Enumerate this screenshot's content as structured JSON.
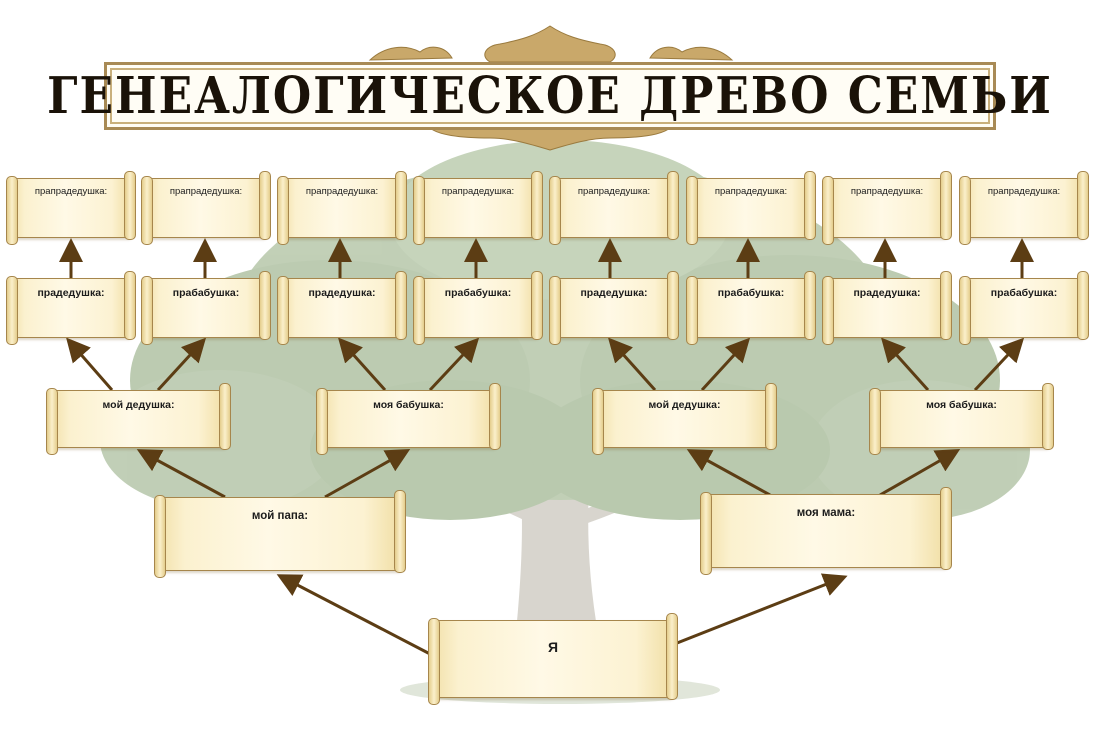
{
  "title": "ГЕНЕАЛОГИЧЕСКОЕ ДРЕВО СЕМЬИ",
  "colors": {
    "arrow": "#5c3d14",
    "frame": "#a88a55",
    "scroll_fill": "#fff9e6",
    "tree_foliage": "#7d9a68",
    "tree_trunk": "#b8b3a6"
  },
  "tree": {
    "me": "Я",
    "parents": [
      "мой папа:",
      "моя мама:"
    ],
    "grandparents": [
      "мой дедушка:",
      "моя бабушка:",
      "мой дедушка:",
      "моя бабушка:"
    ],
    "great_grandparents": [
      "прадедушка:",
      "прабабушка:",
      "прадедушка:",
      "прабабушка:",
      "прадедушка:",
      "прабабушка:",
      "прадедушка:",
      "прабабушка:"
    ],
    "great_great_grandparents": [
      "прапрадедушка:",
      "прапрадедушка:",
      "прапрадедушка:",
      "прапрадедушка:",
      "прапрадедушка:",
      "прапрадедушка:",
      "прапрадедушка:",
      "прапрадедушка:"
    ]
  }
}
